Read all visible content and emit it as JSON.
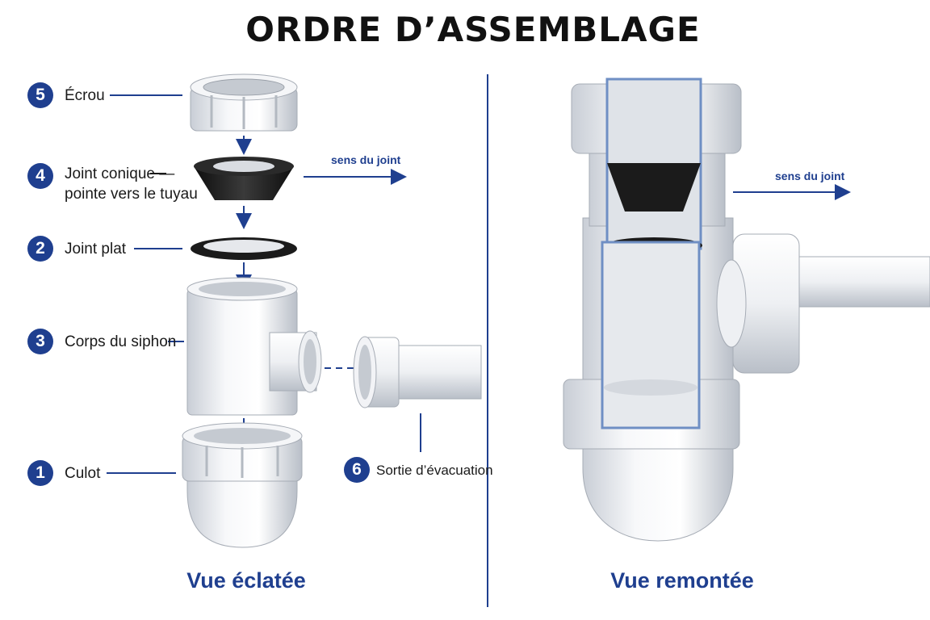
{
  "title": "ORDRE D’ASSEMBLAGE",
  "colors": {
    "accent": "#1f3f8f",
    "pvc": "#eef0f3",
    "rubber": "#1b1b1b",
    "cutaway": "#6f8fc4"
  },
  "exploded_view": {
    "caption": "Vue éclatée",
    "direction_label": "sens du joint",
    "parts": [
      {
        "number": "5",
        "label": "Écrou"
      },
      {
        "number": "4",
        "label": "Joint conique —",
        "label_line2": "pointe vers le tuyau"
      },
      {
        "number": "2",
        "label": "Joint plat"
      },
      {
        "number": "3",
        "label": "Corps du siphon"
      },
      {
        "number": "1",
        "label": "Culot"
      },
      {
        "number": "6",
        "label": "Sortie d’évacuation"
      }
    ]
  },
  "assembled_view": {
    "caption": "Vue remontée",
    "direction_label": "sens du joint"
  }
}
